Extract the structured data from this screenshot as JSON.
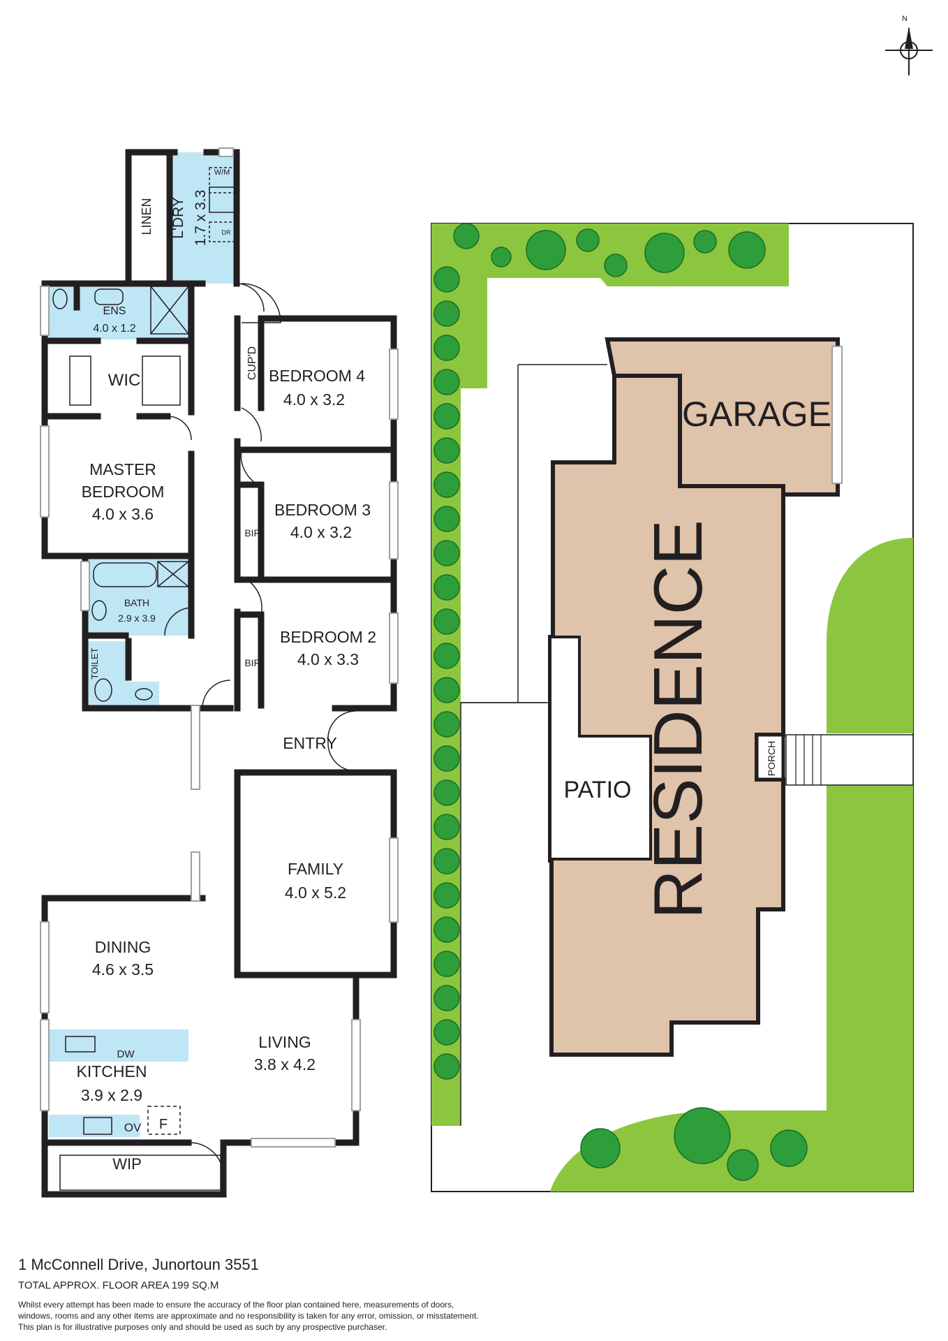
{
  "compass": {
    "label": "N"
  },
  "rooms": {
    "linen": "LINEN",
    "laundry": {
      "name": "L'DRY",
      "size": "1.7 x 3.3"
    },
    "wm": "W/M",
    "dr": "DR",
    "ensuite": {
      "name": "ENS",
      "size": "4.0 x 1.2"
    },
    "wic": "WIC",
    "master": {
      "name1": "MASTER",
      "name2": "BEDROOM",
      "size": "4.0 x 3.6"
    },
    "cupd": "CUP'D",
    "bed4": {
      "name": "BEDROOM 4",
      "size": "4.0 x 3.2"
    },
    "bed3": {
      "name": "BEDROOM 3",
      "size": "4.0 x 3.2"
    },
    "bir3": "BIR",
    "bed2": {
      "name": "BEDROOM 2",
      "size": "4.0 x 3.3"
    },
    "bir2": "BIR",
    "bath": {
      "name": "BATH",
      "size": "2.9 x 3.9"
    },
    "toilet": "TOILET",
    "entry": "ENTRY",
    "family": {
      "name": "FAMILY",
      "size": "4.0 x 5.2"
    },
    "dining": {
      "name": "DINING",
      "size": "4.6 x 3.5"
    },
    "living": {
      "name": "LIVING",
      "size": "3.8 x 4.2"
    },
    "kitchen": {
      "name": "KITCHEN",
      "size": "3.9 x 2.9"
    },
    "dw": "DW",
    "ov": "OV",
    "fridge": "F",
    "wip": "WIP"
  },
  "site": {
    "garage": "GARAGE",
    "residence": "RESIDENCE",
    "patio": "PATIO",
    "porch": "PORCH"
  },
  "footer": {
    "address": "1 McConnell Drive, Junortoun 3551",
    "area": "TOTAL APPROX. FLOOR AREA 199 SQ.M",
    "disclaimer1": "Whilst every attempt has been made to ensure the accuracy of the floor plan contained here, measurements of doors,",
    "disclaimer2": "windows, rooms and any other items are approximate and no responsibility is taken for any error, omission, or misstatement.",
    "disclaimer3": "This plan is for illustrative purposes only and should be used as such by any prospective purchaser."
  },
  "colors": {
    "wall": "#231f20",
    "wet_area": "#bfe6f5",
    "lawn": "#8cc63f",
    "tree": "#2e9e3a",
    "residence": "#dfc3aa"
  }
}
